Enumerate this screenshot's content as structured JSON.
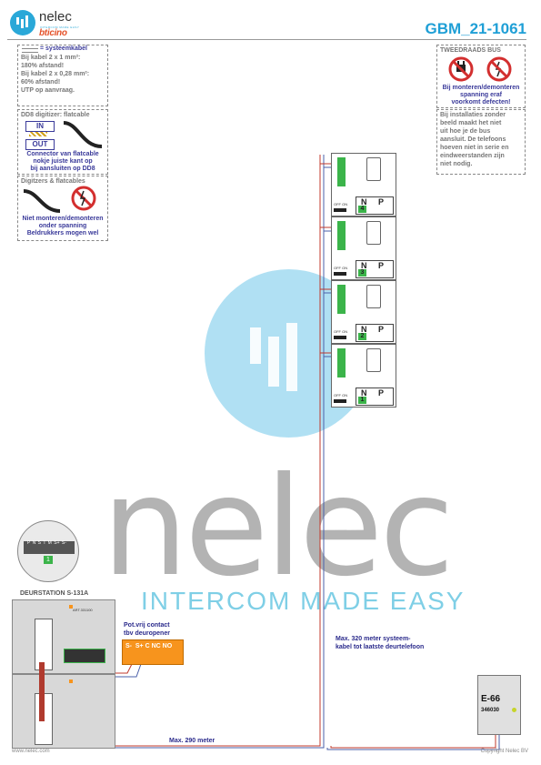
{
  "header": {
    "brand": "nelec",
    "brand_sub": "INTERCOM MADE EASY",
    "partner": "bticino",
    "title": "GBM_21-1061"
  },
  "left_notes": {
    "cable_box": {
      "heading": "= systeemkabel",
      "lines": [
        "Bij kabel 2 x 1 mm²:",
        "180% afstand!",
        "Bij kabel 2 x 0,28 mm²:",
        "60% afstand!",
        "UTP op aanvraag."
      ]
    },
    "dd8_box": {
      "heading": "DD8 digitizer: flatcable",
      "in_label": "IN",
      "out_label": "OUT",
      "note": [
        "Connector van flatcable",
        "nokje juiste kant op",
        "bij aansluiten op DD8"
      ]
    },
    "flat_box": {
      "heading": "Digitzers & flatcables",
      "note": [
        "Niet monteren/demonteren",
        "onder spanning",
        "Beldrukkers mogen wel"
      ]
    }
  },
  "right_notes": {
    "bus_box": {
      "heading": "TWEEDRAADS BUS",
      "note": [
        "Bij monteren/demonteren",
        "spanning eraf",
        "voorkomt defecten!"
      ]
    },
    "info_box": {
      "lines": [
        "Bij installaties zonder",
        "beeld maakt het niet",
        "uit hoe je de bus",
        "aansluit. De telefoons",
        "hoeven niet in serie en",
        "eindweerstanden zijn",
        "niet nodig."
      ]
    }
  },
  "phones": [
    {
      "number": "4",
      "n_label": "N",
      "p_label": "P",
      "switch_label": "OFF ON"
    },
    {
      "number": "3",
      "n_label": "N",
      "p_label": "P",
      "switch_label": "OFF ON"
    },
    {
      "number": "2",
      "n_label": "N",
      "p_label": "P",
      "switch_label": "OFF ON"
    },
    {
      "number": "1",
      "n_label": "N",
      "p_label": "P",
      "switch_label": "OFF ON"
    }
  ],
  "door_station": {
    "label": "DEURSTATION S-131A",
    "terminal_labels": [
      "P",
      "N",
      "S",
      "T",
      "M",
      "S+",
      "S-"
    ],
    "terminal_number": "1",
    "module_code": "ART.331100"
  },
  "relay": {
    "label_line1": "Pot.vrij contact",
    "label_line2": "tbv deuropener",
    "terminals": "S-  S+ C NC NO"
  },
  "annotations": {
    "max_290": "Max. 290 meter",
    "max_320_line1": "Max. 320 meter systeem-",
    "max_320_line2": "kabel tot laatste deurtelefoon"
  },
  "psu": {
    "model": "E-66",
    "code": "346030"
  },
  "watermark": {
    "name": "nelec",
    "tagline": "INTERCOM MADE EASY"
  },
  "footer": {
    "left": "www.nelec.com",
    "right": "Copyright Nelec BV"
  },
  "colors": {
    "brand_blue": "#1f9fd6",
    "note_blue": "#3a3a9a",
    "relay_orange": "#f7941d",
    "bus_red": "#c0392b",
    "bus_blue": "#4a5fa8"
  }
}
